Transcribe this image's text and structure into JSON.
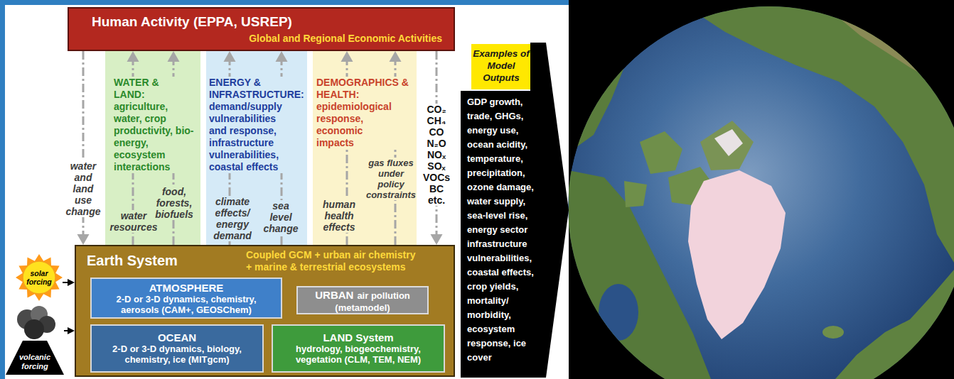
{
  "diagram": {
    "nodes": [
      {
        "text": [
          "Human Activity (EPPA, USREP)",
          "Global and Regional Economic Activities"
        ]
      },
      {
        "text": [
          "WATER & LAND:",
          "agriculture, water, crop productivity, bio-energy, ecosystem interactions"
        ]
      },
      {
        "text": [
          "ENERGY & INFRASTRUCTURE:",
          "demand/supply vulnerabilities and response, infrastructure vulnerabilities, coastal effects"
        ]
      },
      {
        "text": [
          "DEMOGRAPHICS & HEALTH:",
          "epidemiological response, economic impacts"
        ]
      },
      {
        "text": [
          "Examples of Model Outputs"
        ]
      },
      {
        "text": [
          "GDP growth, trade, GHGs, energy use, ocean acidity, temperature, precipitation, ozone damage, water supply, sea-level rise, energy sector infrastructure vulnerabilities, coastal effects, crop yields, mortality/ morbidity, ecosystem response, ice cover"
        ]
      },
      {
        "text": [
          "solar forcing"
        ]
      },
      {
        "text": [
          "Earth System",
          "Coupled GCM + urban air chemistry + marine & terrestrial ecosystems"
        ]
      },
      {
        "text": [
          "ATMOSPHERE",
          "2-D or 3-D dynamics, chemistry, aerosols (CAM+, GEOSChem)"
        ],
        "in": 7
      },
      {
        "text": [
          "URBAN",
          "air pollution (metamodel)"
        ],
        "in": 7
      },
      {
        "text": [
          "OCEAN",
          "2-D or 3-D dynamics, biology, chemistry, ice (MITgcm)"
        ],
        "in": 7
      },
      {
        "text": [
          "LAND System",
          "hydrology, biogeochemistry, vegetation (CLM, TEM, NEM)"
        ],
        "in": 7
      },
      {
        "text": [
          "volcanic forcing"
        ]
      }
    ],
    "edges": [
      {
        "from": 0,
        "to": 7,
        "label": "water and land use change",
        "arrow": "to"
      },
      {
        "from": 7,
        "to": 0,
        "label": "water resources",
        "arrow": "to"
      },
      {
        "from": 7,
        "to": 0,
        "label": "food, forests, biofuels",
        "arrow": "to"
      },
      {
        "from": 7,
        "to": 0,
        "label": "climate effects/ energy demand",
        "arrow": "to"
      },
      {
        "from": 7,
        "to": 0,
        "label": "sea level change",
        "arrow": "to"
      },
      {
        "from": 7,
        "to": 0,
        "label": "human health effects",
        "arrow": "to"
      },
      {
        "from": 7,
        "to": 0,
        "label": "gas fluxes under policy constraints",
        "arrow": "to"
      },
      {
        "from": 0,
        "to": 7,
        "arrow": "to"
      },
      {
        "from": 6,
        "to": 7,
        "arrow": "to"
      },
      {
        "from": 12,
        "to": 7,
        "arrow": "to"
      }
    ],
    "labels": [
      "CO₂",
      "CH₄",
      "CO",
      "N₂O",
      "NOₓ",
      "SOₓ",
      "VOCs",
      "BC",
      "etc."
    ]
  }
}
